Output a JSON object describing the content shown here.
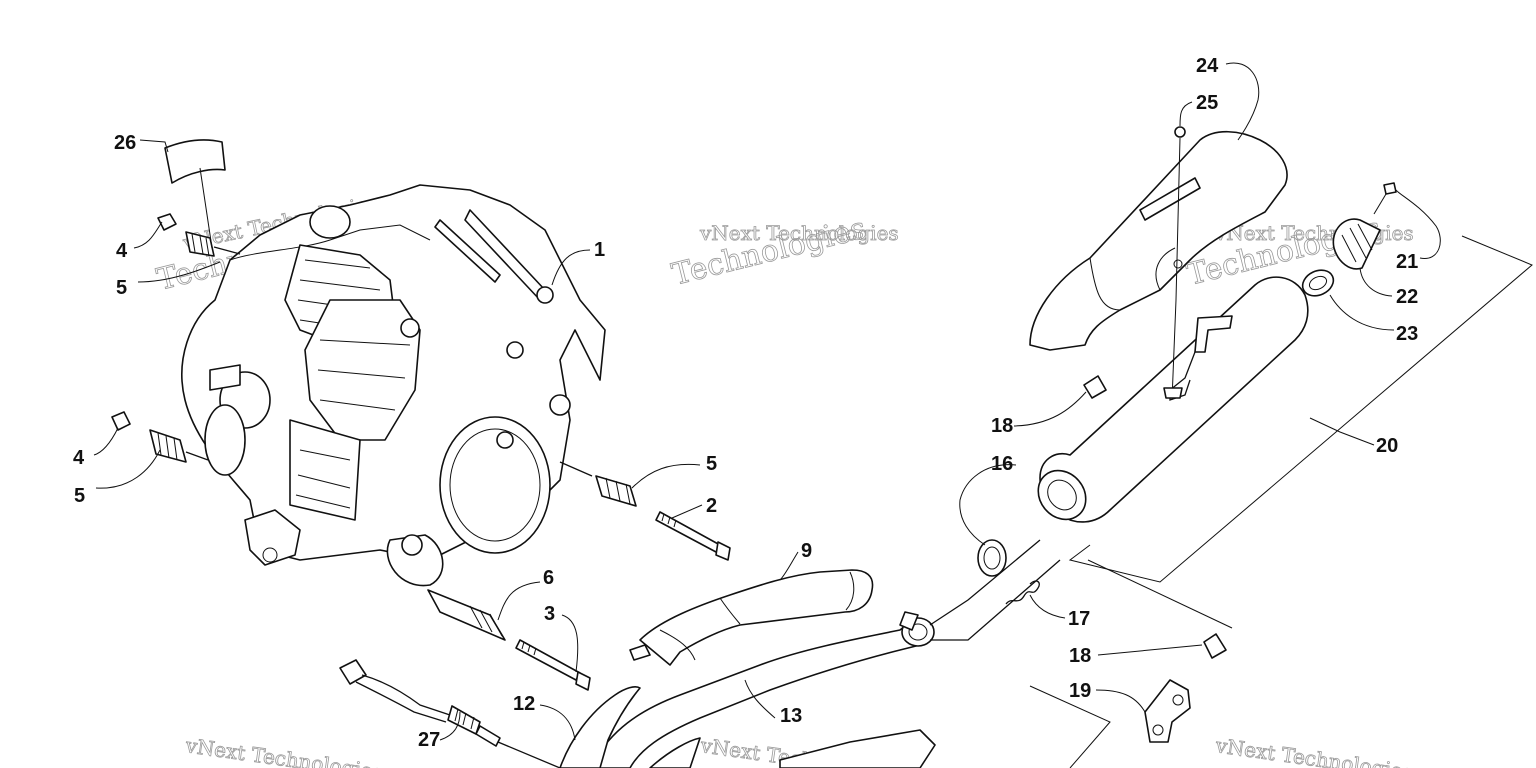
{
  "diagram": {
    "callouts": [
      "1",
      "2",
      "3",
      "4",
      "5",
      "6",
      "9",
      "12",
      "13",
      "16",
      "17",
      "18",
      "19",
      "20",
      "21",
      "22",
      "23",
      "24",
      "25",
      "26",
      "27"
    ],
    "watermark": {
      "line1": "vNext Technologies",
      "line2": "Technologies"
    }
  }
}
